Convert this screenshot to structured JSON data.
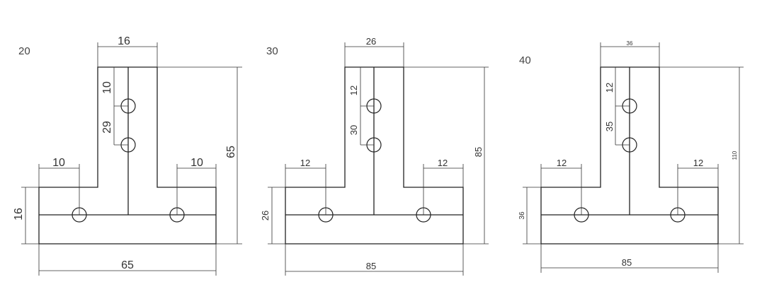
{
  "drawings": [
    {
      "title": "20",
      "dims": {
        "stem_width": "16",
        "top_hole_offset": "10",
        "hole_spacing": "29",
        "left_offset": "10",
        "right_offset": "10",
        "total_height": "65",
        "bar_height": "16",
        "total_width": "65"
      }
    },
    {
      "title": "30",
      "dims": {
        "stem_width": "26",
        "top_hole_offset": "12",
        "hole_spacing": "30",
        "left_offset": "12",
        "right_offset": "12",
        "total_height": "85",
        "bar_height": "26",
        "total_width": "85"
      }
    },
    {
      "title": "40",
      "dims": {
        "stem_width": "36",
        "top_hole_offset": "12",
        "hole_spacing": "35",
        "left_offset": "12",
        "right_offset": "12",
        "total_height": "110",
        "bar_height": "36",
        "total_width": "85"
      }
    }
  ]
}
